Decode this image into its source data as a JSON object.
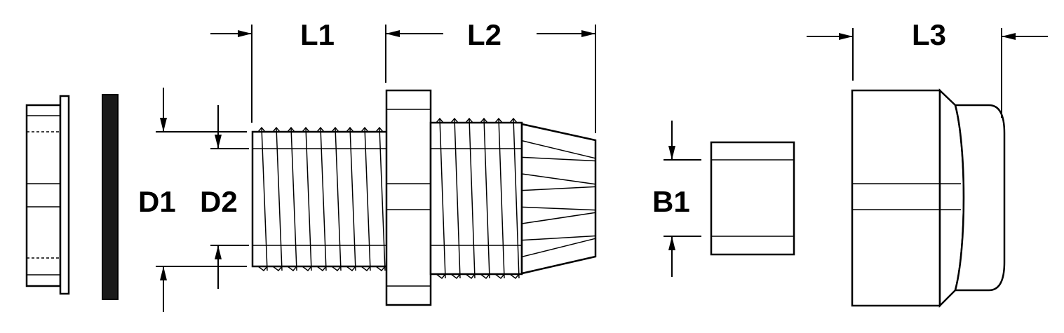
{
  "diagram": {
    "labels": {
      "l1": "L1",
      "l2": "L2",
      "l3": "L3",
      "d1": "D1",
      "d2": "D2",
      "b1": "B1"
    },
    "colors": {
      "ink": "#000000",
      "background": "#ffffff",
      "seal": "#1a1a1a"
    }
  }
}
